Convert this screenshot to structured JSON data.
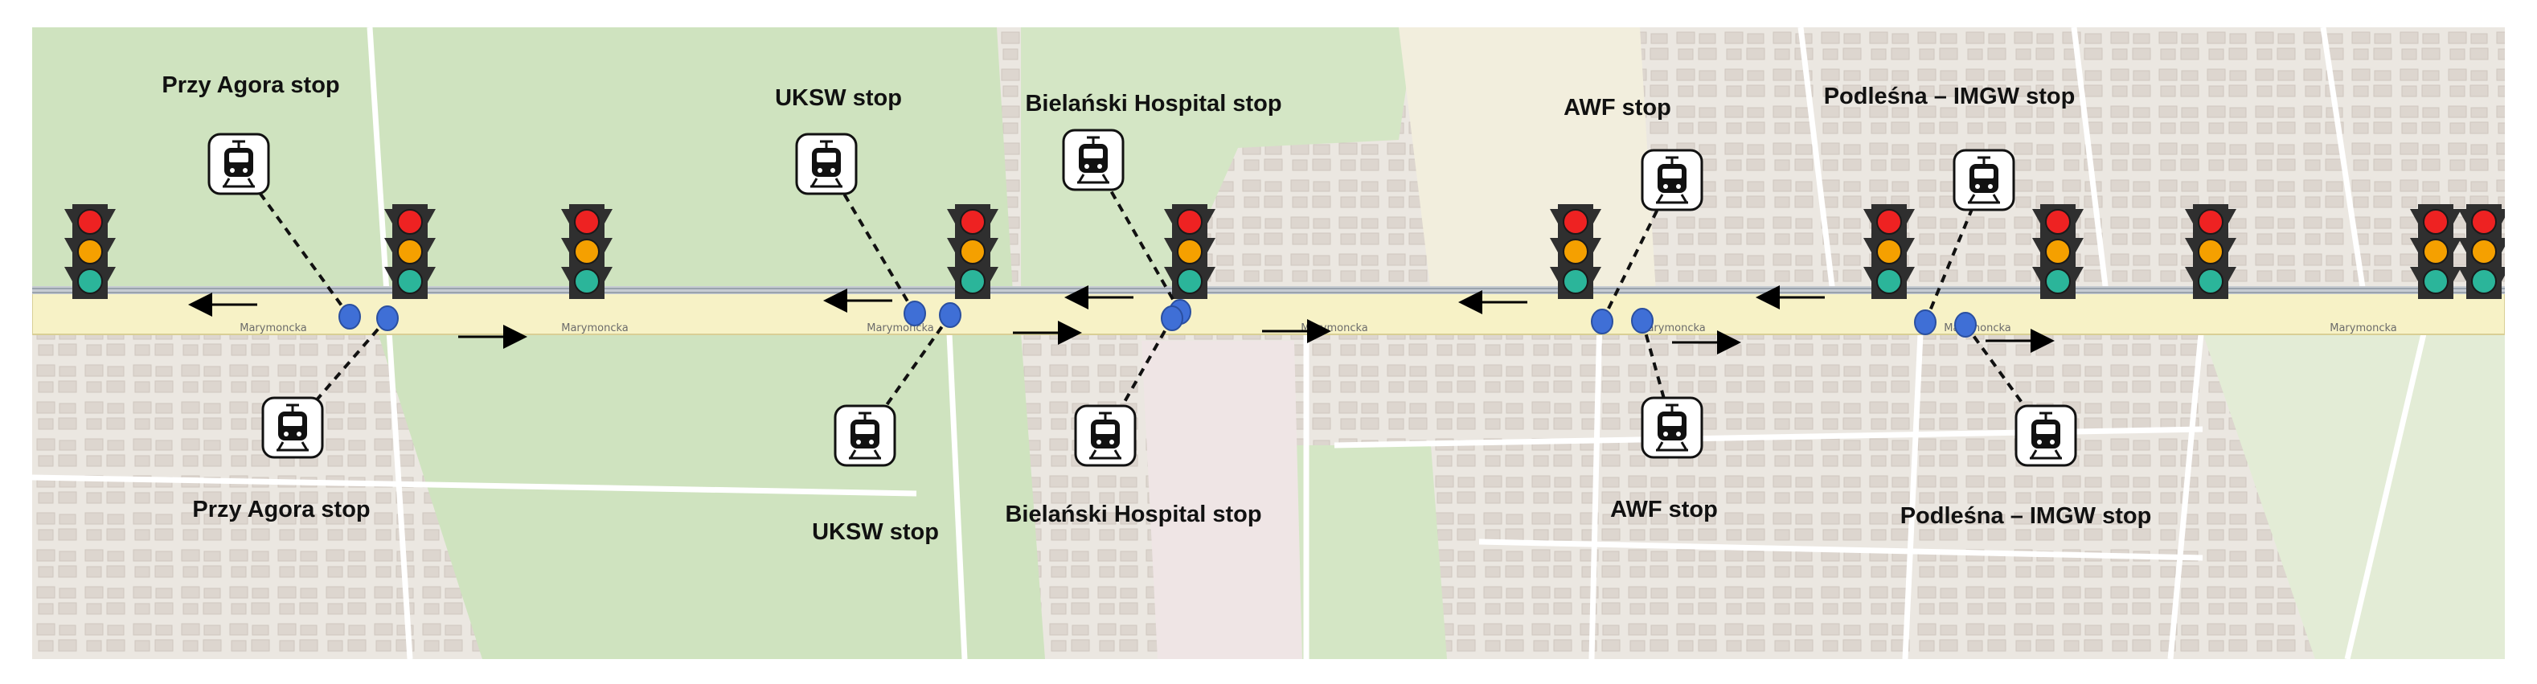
{
  "map": {
    "street_name": "Marymoncka",
    "street_label_positions_note": "",
    "colors": {
      "park": "#cfe3bf",
      "urban": "#ebe7e1",
      "road": "#f7f2c6",
      "road_edge": "#d9cf95",
      "tram_track": "#9aa3ad",
      "stop_dot": "#3f6fd6",
      "signal_red": "#ee2222",
      "signal_amber": "#f5a000",
      "signal_green": "#2bb59a"
    }
  },
  "stops": [
    {
      "name": "Przy Agora stop",
      "direction": "north"
    },
    {
      "name": "Przy Agora stop",
      "direction": "south"
    },
    {
      "name": "UKSW stop",
      "direction": "north"
    },
    {
      "name": "UKSW stop",
      "direction": "south"
    },
    {
      "name": "Bielański Hospital stop",
      "direction": "north"
    },
    {
      "name": "Bielański Hospital stop",
      "direction": "south"
    },
    {
      "name": "AWF stop",
      "direction": "north"
    },
    {
      "name": "AWF stop",
      "direction": "south"
    },
    {
      "name": "Podleśna – IMGW stop",
      "direction": "north"
    },
    {
      "name": "Podleśna – IMGW stop",
      "direction": "south"
    }
  ],
  "icons": {
    "tram": "tram-icon",
    "traffic_light": "traffic-light-icon",
    "arrow": "direction-arrow"
  },
  "traffic_light_count": 11
}
